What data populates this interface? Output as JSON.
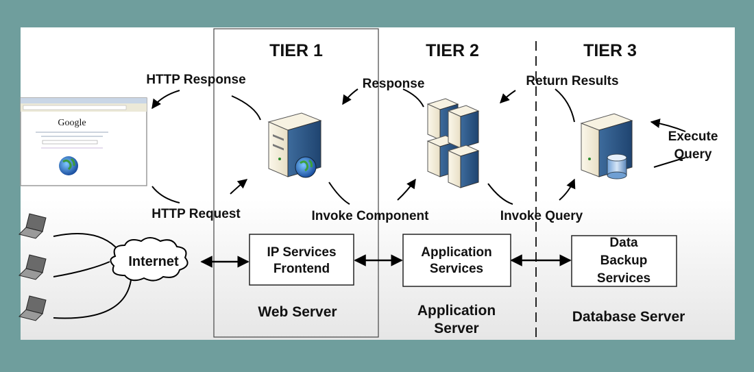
{
  "colors": {
    "frame": "#6f9e9d",
    "canvas_top": "#ffffff",
    "canvas_bottom": "#e9e9e9",
    "server_body": "#f3ecd9",
    "server_shade": "#2e5a8a"
  },
  "tiers": [
    "TIER 1",
    "TIER 2",
    "TIER 3"
  ],
  "flows": {
    "http_response": "HTTP Response",
    "response": "Response",
    "return_results": "Return Results",
    "execute_query": [
      "Execute",
      "Query"
    ],
    "http_request": "HTTP Request",
    "invoke_component": "Invoke Component",
    "invoke_query": "Invoke Query"
  },
  "cloud": "Internet",
  "boxes": {
    "ip_services": [
      "IP Services",
      "Frontend"
    ],
    "application_services": [
      "Application",
      "Services"
    ],
    "data_backup": [
      "Data",
      "Backup",
      "Services"
    ]
  },
  "servers": {
    "web": "Web Server",
    "application": [
      "Application",
      "Server"
    ],
    "database": "Database Server"
  },
  "browser": {
    "logo": "Google",
    "icon": "globe-icon"
  },
  "icons": {
    "clients": "laptop-icon",
    "web_server": "server-globe-icon",
    "app_server": "server-cluster-icon",
    "db_server": "database-server-icon"
  }
}
